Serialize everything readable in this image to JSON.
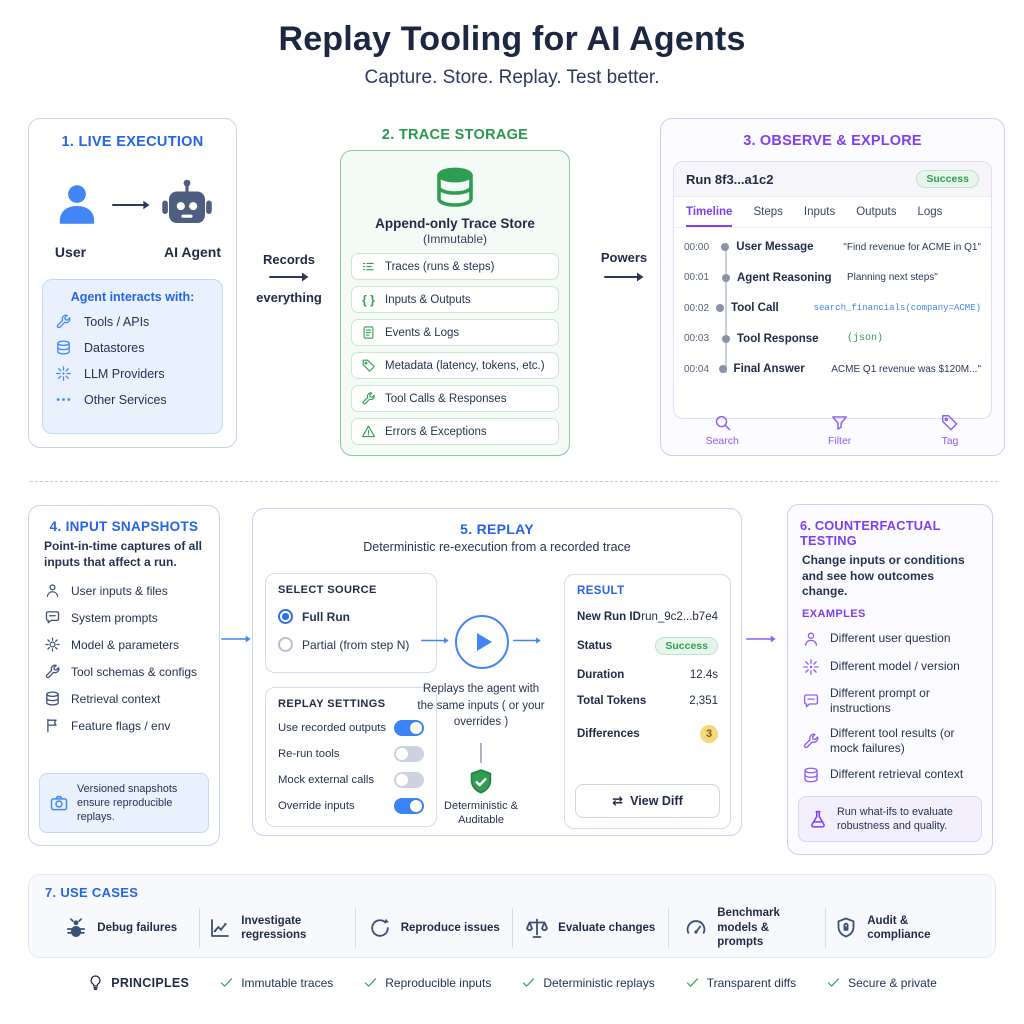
{
  "header": {
    "title": "Replay Tooling for AI Agents",
    "subtitle": "Capture. Store. Replay. Test better."
  },
  "panel1": {
    "title": "1. LIVE EXECUTION",
    "user_label": "User",
    "agent_label": "AI Agent",
    "interacts_title": "Agent interacts with:",
    "items": [
      {
        "icon": "tools-icon",
        "label": "Tools / APIs"
      },
      {
        "icon": "database-icon",
        "label": "Datastores"
      },
      {
        "icon": "sparkle-icon",
        "label": "LLM Providers"
      },
      {
        "icon": "ellipsis-icon",
        "label": "Other Services"
      }
    ]
  },
  "records_arrow": {
    "line1": "Records",
    "line2": "everything"
  },
  "powers_arrow": {
    "label": "Powers"
  },
  "panel2": {
    "title": "2. TRACE STORAGE",
    "store_title": "Append-only Trace Store",
    "store_subtitle": "(Immutable)",
    "braces_glyph": "{ }",
    "items": [
      {
        "icon": "trace-steps-icon",
        "label": "Traces (runs & steps)"
      },
      {
        "icon": "braces-icon",
        "label": "Inputs & Outputs"
      },
      {
        "icon": "document-icon",
        "label": "Events & Logs"
      },
      {
        "icon": "tag-icon",
        "label": "Metadata (latency, tokens, etc.)"
      },
      {
        "icon": "wrench-icon",
        "label": "Tool Calls & Responses"
      },
      {
        "icon": "warning-icon",
        "label": "Errors & Exceptions"
      }
    ]
  },
  "panel3": {
    "title": "3. OBSERVE & EXPLORE",
    "run_title": "Run 8f3...a1c2",
    "run_status": "Success",
    "tabs": [
      {
        "label": "Timeline",
        "active": true
      },
      {
        "label": "Steps",
        "active": false
      },
      {
        "label": "Inputs",
        "active": false
      },
      {
        "label": "Outputs",
        "active": false
      },
      {
        "label": "Logs",
        "active": false
      }
    ],
    "timeline": [
      {
        "time": "00:00",
        "event": "User Message",
        "detail": "\"Find revenue for ACME in Q1\"",
        "variant": "plain"
      },
      {
        "time": "00:01",
        "event": "Agent Reasoning",
        "detail": "Planning next steps\"",
        "variant": "plain"
      },
      {
        "time": "00:02",
        "event": "Tool Call",
        "detail": "search_financials(company=ACME)",
        "variant": "code"
      },
      {
        "time": "00:03",
        "event": "Tool Response",
        "detail": "(json)",
        "variant": "json"
      },
      {
        "time": "00:04",
        "event": "Final Answer",
        "detail": "ACME Q1 revenue was $120M...\"",
        "variant": "plain"
      }
    ],
    "actions": [
      {
        "icon": "search-icon",
        "label": "Search"
      },
      {
        "icon": "filter-icon",
        "label": "Filter"
      },
      {
        "icon": "tag-icon",
        "label": "Tag"
      }
    ]
  },
  "panel4": {
    "title": "4. INPUT SNAPSHOTS",
    "description": "Point-in-time captures of all inputs that affect a run.",
    "items": [
      {
        "icon": "user-icon",
        "label": "User inputs & files"
      },
      {
        "icon": "chat-icon",
        "label": "System prompts"
      },
      {
        "icon": "gear-icon",
        "label": "Model & parameters"
      },
      {
        "icon": "tools-icon",
        "label": "Tool schemas & configs"
      },
      {
        "icon": "database-icon",
        "label": "Retrieval context"
      },
      {
        "icon": "flag-icon",
        "label": "Feature flags / env"
      }
    ],
    "callout": "Versioned snapshots ensure reproducible replays."
  },
  "panel5": {
    "title": "5. REPLAY",
    "subtitle": "Deterministic re-execution from a recorded trace",
    "select_source": {
      "title": "SELECT SOURCE",
      "options": [
        {
          "label": "Full Run",
          "selected": true
        },
        {
          "label": "Partial (from step N)",
          "selected": false
        }
      ]
    },
    "replay_settings": {
      "title": "REPLAY SETTINGS",
      "toggles": [
        {
          "label": "Use recorded outputs",
          "on": true
        },
        {
          "label": "Re-run tools",
          "on": false
        },
        {
          "label": "Mock external calls",
          "on": false
        },
        {
          "label": "Override inputs",
          "on": true
        }
      ]
    },
    "play_note": "Replays the agent with the same inputs ( or your overrides )",
    "shield_label": "Deterministic & Auditable",
    "result": {
      "title": "RESULT",
      "rows": [
        {
          "label": "New Run ID",
          "value": "run_9c2...b7e4"
        },
        {
          "label": "Status",
          "value": "Success"
        },
        {
          "label": "Duration",
          "value": "12.4s"
        },
        {
          "label": "Total Tokens",
          "value": "2,351"
        },
        {
          "label": "Differences",
          "value": "3"
        }
      ],
      "button_label": "View Diff",
      "diff_glyph": "⇄"
    }
  },
  "panel6": {
    "title": "6. COUNTERFACTUAL TESTING",
    "description": "Change inputs or conditions and see how outcomes change.",
    "examples_label": "EXAMPLES",
    "items": [
      {
        "icon": "user-icon",
        "label": "Different user question"
      },
      {
        "icon": "sparkle-icon",
        "label": "Different model / version"
      },
      {
        "icon": "chat-icon",
        "label": "Different prompt or instructions"
      },
      {
        "icon": "tools-icon",
        "label": "Different tool results (or mock failures)"
      },
      {
        "icon": "database-icon",
        "label": "Different retrieval context"
      }
    ],
    "callout": "Run what-ifs to evaluate robustness and quality."
  },
  "panel7": {
    "title": "7. USE CASES",
    "items": [
      {
        "icon": "bug-icon",
        "label": "Debug failures"
      },
      {
        "icon": "chart-icon",
        "label": "Investigate regressions"
      },
      {
        "icon": "refresh-icon",
        "label": "Reproduce issues"
      },
      {
        "icon": "scales-icon",
        "label": "Evaluate changes"
      },
      {
        "icon": "gauge-icon",
        "label": "Benchmark models & prompts"
      },
      {
        "icon": "shield-lock-icon",
        "label": "Audit & compliance"
      }
    ]
  },
  "principles": {
    "label": "PRINCIPLES",
    "items": [
      "Immutable traces",
      "Reproducible inputs",
      "Deterministic replays",
      "Transparent diffs",
      "Secure & private"
    ]
  },
  "colors": {
    "blue_accent": "#2563eb",
    "green_accent": "#27984c",
    "purple_accent": "#7d3ff0",
    "navy_text": "#1f2a44",
    "success_green": "#2f9e52",
    "warning_yellow": "#f7d878"
  }
}
